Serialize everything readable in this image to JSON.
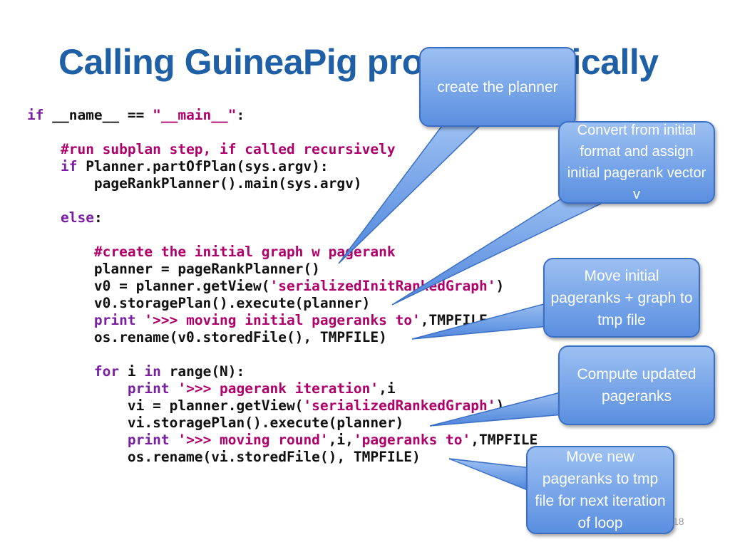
{
  "slide": {
    "title": "Calling GuineaPig programmatically",
    "page_number": "18"
  },
  "code_lines": [
    [
      {
        "t": "if",
        "c": "kw"
      },
      {
        "t": " __name__ == "
      },
      {
        "t": "\"__main__\"",
        "c": "str"
      },
      {
        "t": ":"
      }
    ],
    [],
    [
      {
        "t": "    "
      },
      {
        "t": "#run subplan step, if called recursively",
        "c": "cm"
      }
    ],
    [
      {
        "t": "    "
      },
      {
        "t": "if",
        "c": "kw"
      },
      {
        "t": " Planner.partOfPlan(sys.argv):"
      }
    ],
    [
      {
        "t": "        pageRankPlanner().main(sys.argv)"
      }
    ],
    [],
    [
      {
        "t": "    "
      },
      {
        "t": "else",
        "c": "kw"
      },
      {
        "t": ":"
      }
    ],
    [],
    [
      {
        "t": "        "
      },
      {
        "t": "#create the initial graph w pagerank",
        "c": "cm"
      }
    ],
    [
      {
        "t": "        planner = pageRankPlanner()"
      }
    ],
    [
      {
        "t": "        v0 = planner.getView("
      },
      {
        "t": "'serializedInitRankedGraph'",
        "c": "str"
      },
      {
        "t": ")"
      }
    ],
    [
      {
        "t": "        v0.storagePlan().execute(planner)"
      }
    ],
    [
      {
        "t": "        "
      },
      {
        "t": "print",
        "c": "kw"
      },
      {
        "t": " "
      },
      {
        "t": "'>>> moving initial pageranks to'",
        "c": "str"
      },
      {
        "t": ",TMPFILE"
      }
    ],
    [
      {
        "t": "        os.rename(v0.storedFile(), TMPFILE)"
      }
    ],
    [],
    [
      {
        "t": "        "
      },
      {
        "t": "for",
        "c": "kw"
      },
      {
        "t": " i "
      },
      {
        "t": "in",
        "c": "kw"
      },
      {
        "t": " range(N):"
      }
    ],
    [
      {
        "t": "            "
      },
      {
        "t": "print",
        "c": "kw"
      },
      {
        "t": " "
      },
      {
        "t": "'>>> pagerank iteration'",
        "c": "str"
      },
      {
        "t": ",i"
      }
    ],
    [
      {
        "t": "            vi = planner.getView("
      },
      {
        "t": "'serializedRankedGraph'",
        "c": "str"
      },
      {
        "t": ")"
      }
    ],
    [
      {
        "t": "            vi.storagePlan().execute(planner)"
      }
    ],
    [
      {
        "t": "            "
      },
      {
        "t": "print",
        "c": "kw"
      },
      {
        "t": " "
      },
      {
        "t": "'>>> moving round'",
        "c": "str"
      },
      {
        "t": ",i,"
      },
      {
        "t": "'pageranks to'",
        "c": "str"
      },
      {
        "t": ",TMPFILE"
      }
    ],
    [
      {
        "t": "            os.rename(vi.storedFile(), TMPFILE)"
      }
    ]
  ],
  "callouts": {
    "create_planner": "create the planner",
    "convert_initial": "Convert from initial format and assign initial pagerank vector v",
    "move_initial": "Move initial pageranks + graph to tmp file",
    "compute_updated": "Compute updated pageranks",
    "move_new": "Move new pageranks to tmp file for next iteration of loop"
  },
  "colors": {
    "title": "#1f5fa6",
    "callout_fill_top": "#9cc0f2",
    "callout_fill_bottom": "#5a8fe0",
    "keyword": "#7a1fa2",
    "string": "#b0006b"
  }
}
